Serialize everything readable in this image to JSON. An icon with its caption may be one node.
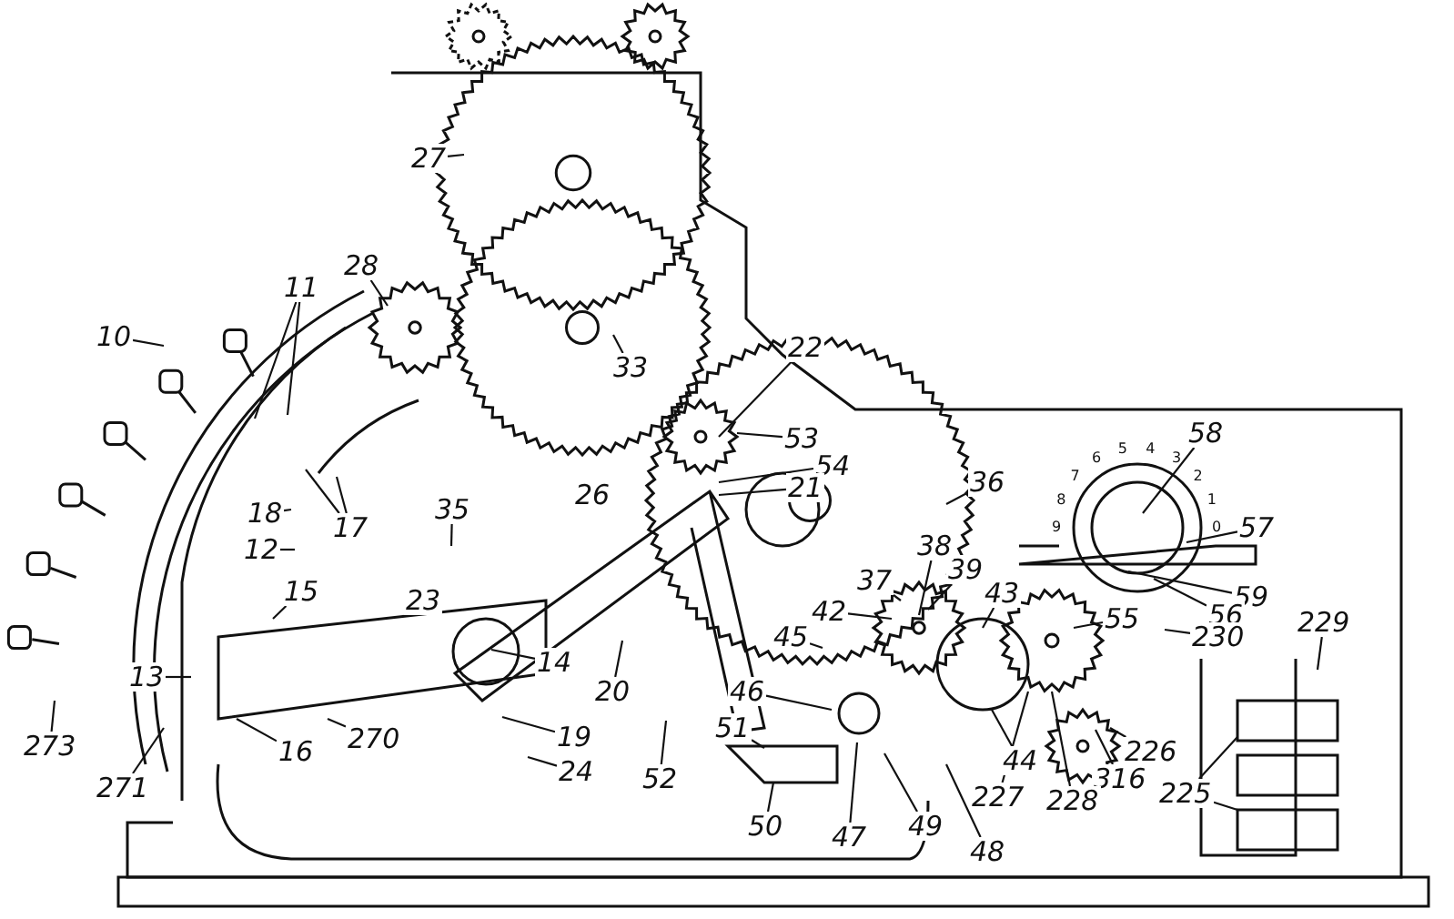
{
  "diagram": {
    "nodes": [
      {
        "text": [
          "10"
        ]
      },
      {
        "text": [
          "11"
        ]
      },
      {
        "text": [
          "28"
        ]
      },
      {
        "text": [
          "27"
        ]
      },
      {
        "text": [
          "33"
        ]
      },
      {
        "text": [
          "22"
        ]
      },
      {
        "text": [
          "53"
        ]
      },
      {
        "text": [
          "54"
        ]
      },
      {
        "text": [
          "21"
        ]
      },
      {
        "text": [
          "36"
        ]
      },
      {
        "text": [
          "58"
        ]
      },
      {
        "text": [
          "57"
        ]
      },
      {
        "text": [
          "59"
        ]
      },
      {
        "text": [
          "56"
        ]
      },
      {
        "text": [
          "55"
        ]
      },
      {
        "text": [
          "230"
        ]
      },
      {
        "text": [
          "229"
        ]
      },
      {
        "text": [
          "225"
        ]
      },
      {
        "text": [
          "226"
        ]
      },
      {
        "text": [
          "316"
        ]
      },
      {
        "text": [
          "228"
        ]
      },
      {
        "text": [
          "227"
        ]
      },
      {
        "text": [
          "44"
        ]
      },
      {
        "text": [
          "43"
        ]
      },
      {
        "text": [
          "39"
        ]
      },
      {
        "text": [
          "38"
        ]
      },
      {
        "text": [
          "37"
        ]
      },
      {
        "text": [
          "42"
        ]
      },
      {
        "text": [
          "45"
        ]
      },
      {
        "text": [
          "46"
        ]
      },
      {
        "text": [
          "47"
        ]
      },
      {
        "text": [
          "49"
        ]
      },
      {
        "text": [
          "48"
        ]
      },
      {
        "text": [
          "50"
        ]
      },
      {
        "text": [
          "51"
        ]
      },
      {
        "text": [
          "52"
        ]
      },
      {
        "text": [
          "24"
        ]
      },
      {
        "text": [
          "19"
        ]
      },
      {
        "text": [
          "20"
        ]
      },
      {
        "text": [
          "14"
        ]
      },
      {
        "text": [
          "35"
        ]
      },
      {
        "text": [
          "17"
        ]
      },
      {
        "text": [
          "18"
        ]
      },
      {
        "text": [
          "12"
        ]
      },
      {
        "text": [
          "15"
        ]
      },
      {
        "text": [
          "13"
        ]
      },
      {
        "text": [
          "16"
        ]
      },
      {
        "text": [
          "270"
        ]
      },
      {
        "text": [
          "273"
        ]
      },
      {
        "text": [
          "271"
        ]
      },
      {
        "text": [
          "26"
        ]
      },
      {
        "text": [
          "23"
        ]
      }
    ],
    "edges": [
      {
        "from": 0,
        "to": null,
        "arrow": "none"
      },
      {
        "from": 1,
        "to": null,
        "arrow": "none"
      },
      {
        "from": 1,
        "to": null,
        "arrow": "none"
      },
      {
        "from": 2,
        "to": null,
        "arrow": "none"
      },
      {
        "from": 3,
        "to": null,
        "arrow": "none"
      },
      {
        "from": 4,
        "to": null,
        "arrow": "none"
      },
      {
        "from": 5,
        "to": null,
        "arrow": "none"
      },
      {
        "from": 6,
        "to": null,
        "arrow": "none"
      },
      {
        "from": 7,
        "to": null,
        "arrow": "none"
      },
      {
        "from": 8,
        "to": null,
        "arrow": "none"
      },
      {
        "from": 9,
        "to": null,
        "arrow": "none"
      },
      {
        "from": 10,
        "to": null,
        "arrow": "none"
      },
      {
        "from": 11,
        "to": null,
        "arrow": "none"
      },
      {
        "from": 12,
        "to": null,
        "arrow": "none"
      },
      {
        "from": 13,
        "to": null,
        "arrow": "none"
      },
      {
        "from": 14,
        "to": null,
        "arrow": "none"
      },
      {
        "from": 15,
        "to": null,
        "arrow": "none"
      },
      {
        "from": 16,
        "to": null,
        "arrow": "none"
      },
      {
        "from": 17,
        "to": null,
        "arrow": "none"
      },
      {
        "from": 17,
        "to": null,
        "arrow": "none"
      },
      {
        "from": 18,
        "to": null,
        "arrow": "none"
      },
      {
        "from": 19,
        "to": null,
        "arrow": "none"
      },
      {
        "from": 20,
        "to": null,
        "arrow": "none"
      },
      {
        "from": 21,
        "to": null,
        "arrow": "none"
      },
      {
        "from": 22,
        "to": null,
        "arrow": "none"
      },
      {
        "from": 23,
        "to": null,
        "arrow": "none"
      },
      {
        "from": 24,
        "to": null,
        "arrow": "none"
      },
      {
        "from": 25,
        "to": null,
        "arrow": "none"
      },
      {
        "from": 26,
        "to": null,
        "arrow": "none"
      },
      {
        "from": 27,
        "to": null,
        "arrow": "none"
      },
      {
        "from": 28,
        "to": null,
        "arrow": "none"
      },
      {
        "from": 29,
        "to": null,
        "arrow": "none"
      },
      {
        "from": 30,
        "to": null,
        "arrow": "none"
      },
      {
        "from": 31,
        "to": null,
        "arrow": "none"
      },
      {
        "from": 32,
        "to": null,
        "arrow": "none"
      },
      {
        "from": 33,
        "to": null,
        "arrow": "none"
      },
      {
        "from": 34,
        "to": null,
        "arrow": "none"
      },
      {
        "from": 35,
        "to": null,
        "arrow": "none"
      },
      {
        "from": 36,
        "to": null,
        "arrow": "none"
      },
      {
        "from": 37,
        "to": null,
        "arrow": "none"
      },
      {
        "from": 38,
        "to": null,
        "arrow": "none"
      },
      {
        "from": 39,
        "to": null,
        "arrow": "none"
      },
      {
        "from": 40,
        "to": null,
        "arrow": "none"
      },
      {
        "from": 41,
        "to": null,
        "arrow": "none"
      },
      {
        "from": 41,
        "to": null,
        "arrow": "none"
      },
      {
        "from": 42,
        "to": null,
        "arrow": "none"
      },
      {
        "from": 43,
        "to": null,
        "arrow": "none"
      },
      {
        "from": 44,
        "to": null,
        "arrow": "none"
      },
      {
        "from": 45,
        "to": null,
        "arrow": "none"
      },
      {
        "from": 46,
        "to": null,
        "arrow": "none"
      },
      {
        "from": 47,
        "to": null,
        "arrow": "none"
      },
      {
        "from": 48,
        "to": null,
        "arrow": "none"
      },
      {
        "from": 49,
        "to": null,
        "arrow": "none"
      }
    ],
    "labels": [
      "5",
      "4",
      "6",
      "3",
      "7",
      "2",
      "8",
      "1",
      "9",
      "0"
    ]
  }
}
